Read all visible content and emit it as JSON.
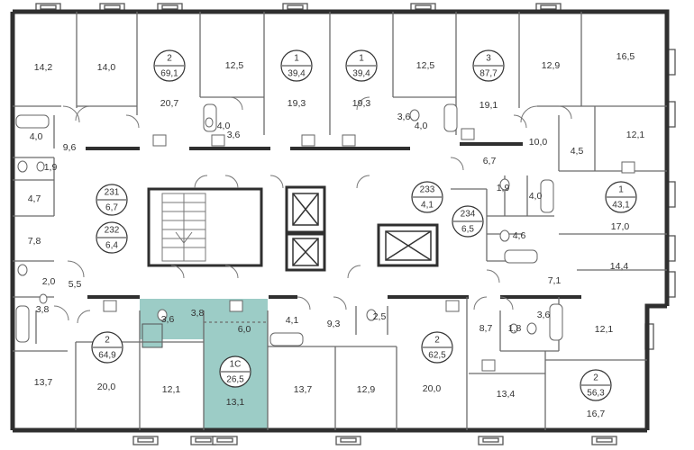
{
  "colors": {
    "wall": "#2f2f2f",
    "thin": "#6b6b6b",
    "highlight": "#9cccc6",
    "badge_stroke": "#333333"
  },
  "rooms": {
    "r_a1": "14,2",
    "r_a2": "14,0",
    "r_a3": "20,7",
    "r_a4": "12,5",
    "r_a5": "19,3",
    "r_a6": "19,3",
    "r_a7": "12,5",
    "r_a8": "19,1",
    "r_a9": "12,9",
    "r_a10": "16,5",
    "r_a11": "4,0",
    "r_a12": "9,6",
    "r_a13": "1,9",
    "r_a14": "4,0",
    "r_a15": "3,6",
    "r_a16": "3,6",
    "r_a17": "4,0",
    "r_a18": "10,0",
    "r_a19": "12,1",
    "r_a20": "4,5",
    "r_a21": "6,7",
    "r_a22": "4,7",
    "r_a23": "1,9",
    "r_a24": "4,0",
    "r_a25": "7,8",
    "r_a26": "4,6",
    "r_a27": "17,0",
    "r_a28": "14,4",
    "r_a29": "2,0",
    "r_a30": "5,5",
    "r_a31": "3,8",
    "r_a32": "7,1",
    "r_b1": "3,6",
    "r_b2": "3,8",
    "r_b3": "6,0",
    "r_b4": "4,1",
    "r_b5": "9,3",
    "r_b6": "2,5",
    "r_b7": "8,7",
    "r_b8": "1,8",
    "r_b9": "3,6",
    "r_b10": "12,1",
    "r_b11": "13,7",
    "r_b12": "20,0",
    "r_b13": "12,1",
    "r_b14": "13,1",
    "r_b15": "13,7",
    "r_b16": "12,9",
    "r_b17": "20,0",
    "r_b18": "13,4",
    "r_b19": "16,7"
  },
  "apartments": [
    {
      "code": "2",
      "area": "69,1"
    },
    {
      "code": "1",
      "area": "39,4"
    },
    {
      "code": "1",
      "area": "39,4"
    },
    {
      "code": "3",
      "area": "87,7"
    },
    {
      "code": "231",
      "area": "6,7"
    },
    {
      "code": "232",
      "area": "6,4"
    },
    {
      "code": "233",
      "area": "4,1"
    },
    {
      "code": "234",
      "area": "6,5"
    },
    {
      "code": "1",
      "area": "43,1"
    },
    {
      "code": "2",
      "area": "64,9"
    },
    {
      "code": "1С",
      "area": "26,5"
    },
    {
      "code": "2",
      "area": "62,5"
    },
    {
      "code": "2",
      "area": "56,3"
    }
  ]
}
